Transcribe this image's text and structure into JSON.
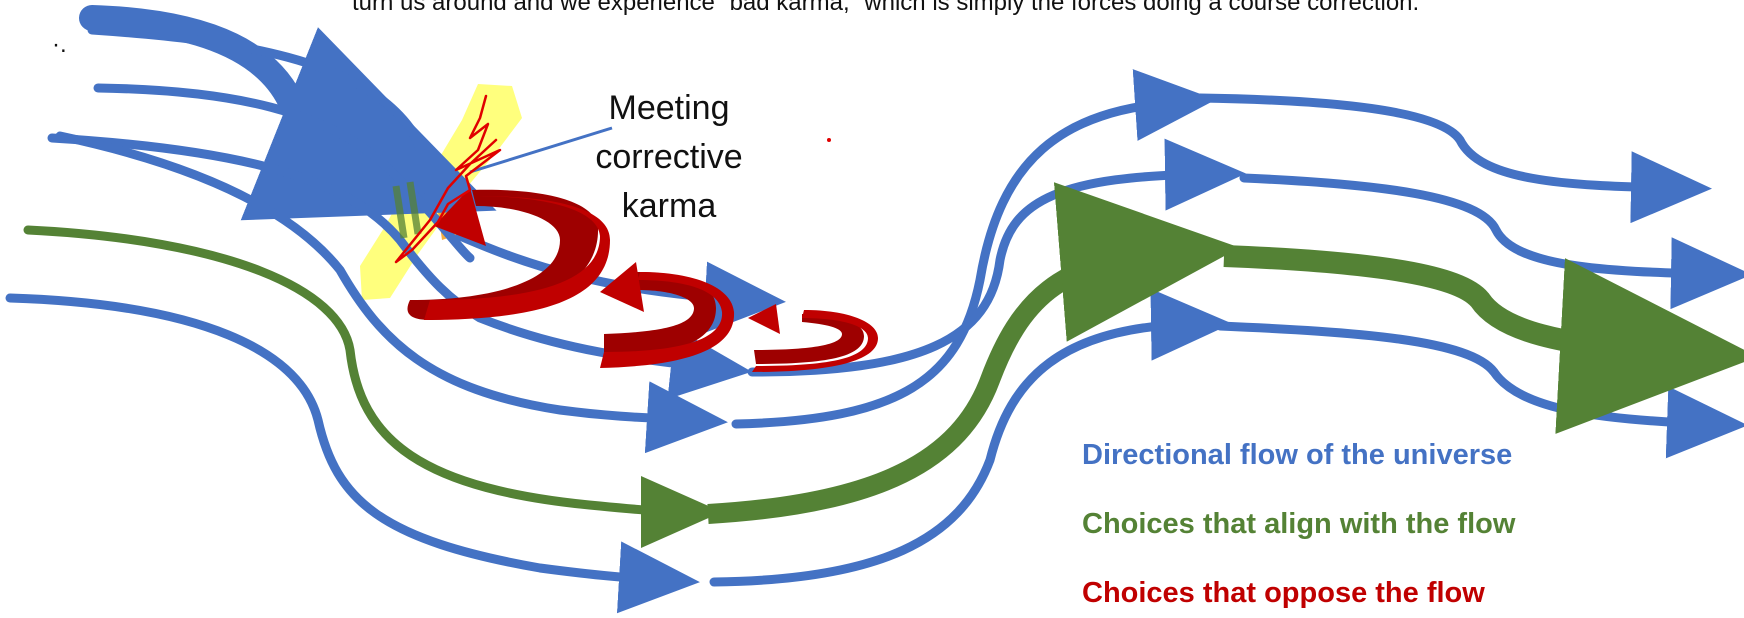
{
  "top_caption": "turn us around and we experience “bad karma,” which is simply the forces doing a course correction.",
  "stray_mark": "·.",
  "meeting_label": {
    "line1": "Meeting",
    "line2": "corrective",
    "line3": "karma"
  },
  "legend": {
    "blue": "Directional flow of the universe",
    "green": "Choices that align with the flow",
    "red": "Choices that oppose the flow"
  },
  "colors": {
    "universe_flow": "#4472c4",
    "aligned_choices": "#548235",
    "opposing_choices": "#c00000",
    "opposing_shadow": "#9e0000",
    "highlight": "#ffff66",
    "annotation_ink": "#e00000"
  }
}
